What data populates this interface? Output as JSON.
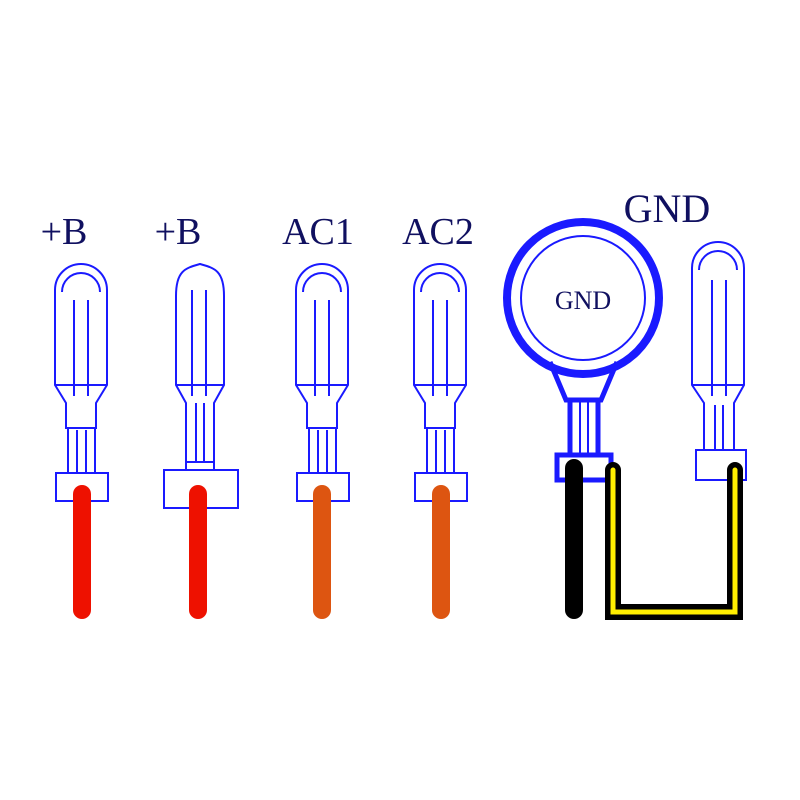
{
  "labels": {
    "pb1": "+B",
    "pb2": "+B",
    "ac1": "AC1",
    "ac2": "AC2",
    "gnd_top": "GND",
    "gnd_ring": "GND"
  },
  "colors": {
    "outline": "#1a1aff",
    "label": "#101060",
    "wire_red": "#ee1100",
    "wire_orange": "#dd5511",
    "wire_black": "#000000",
    "wire_yellow": "#ffee00"
  },
  "icons": {
    "terminal": "spade-terminal-icon",
    "ring": "ring-terminal-icon"
  }
}
